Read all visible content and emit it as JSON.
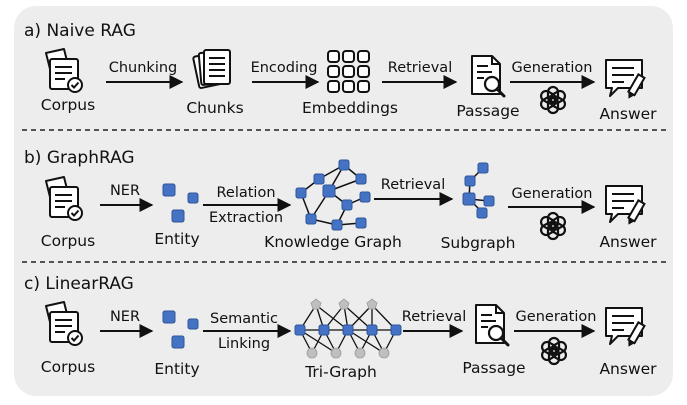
{
  "panels": {
    "naive": {
      "title": "a)  Naive RAG",
      "nodes": {
        "corpus": "Corpus",
        "chunks": "Chunks",
        "embeddings": "Embeddings",
        "passage": "Passage",
        "answer": "Answer"
      },
      "edges": {
        "chunking": "Chunking",
        "encoding": "Encoding",
        "retrieval": "Retrieval",
        "generation": "Generation"
      }
    },
    "graph": {
      "title": "b) GraphRAG",
      "nodes": {
        "corpus": "Corpus",
        "entity": "Entity",
        "kg": "Knowledge Graph",
        "subgraph": "Subgraph",
        "answer": "Answer"
      },
      "edges": {
        "ner": "NER",
        "relation1": "Relation",
        "relation2": "Extraction",
        "retrieval": "Retrieval",
        "generation": "Generation"
      }
    },
    "linear": {
      "title": "c) LinearRAG",
      "nodes": {
        "corpus": "Corpus",
        "entity": "Entity",
        "trigraph": "Tri-Graph",
        "passage": "Passage",
        "answer": "Answer"
      },
      "edges": {
        "ner": "NER",
        "semantic1": "Semantic",
        "semantic2": "Linking",
        "retrieval": "Retrieval",
        "generation": "Generation"
      }
    }
  },
  "colors": {
    "panel_bg": "#ededed",
    "node_blue": "#4472c4",
    "node_gray": "#bfbfbf",
    "ink": "#111111"
  },
  "icons": [
    "documents-check-icon",
    "stacked-pages-icon",
    "embedding-grid-icon",
    "passage-search-icon",
    "answer-chat-icon",
    "openai-logo-icon"
  ]
}
